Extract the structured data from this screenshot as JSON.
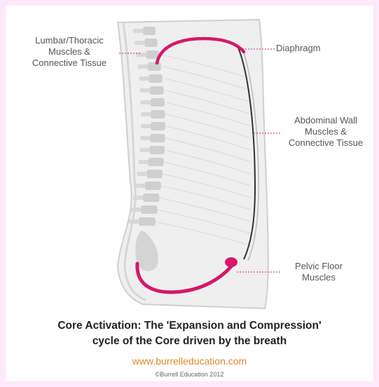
{
  "labels": {
    "lumbar": [
      "Lumbar/Thoracic",
      "Muscles &",
      "Connective Tissue"
    ],
    "diaphragm": "Diaphragm",
    "abdominal": [
      "Abdominal Wall",
      "Muscles &",
      "Connective Tissue"
    ],
    "pelvic": [
      "Pelvic Floor",
      "Muscles"
    ]
  },
  "caption": {
    "line1": "Core Activation: The 'Expansion and Compression'",
    "line2": "cycle of the Core driven by the breath"
  },
  "website": "www.burrelleducation.com",
  "copyright": "©Burrell Education 2012",
  "colors": {
    "page_background": "#fbe8fa",
    "accent_magenta": "#d6186b",
    "website": "#e08a2a",
    "spine": "#cfcfcf",
    "body_fill": "#ececec"
  }
}
